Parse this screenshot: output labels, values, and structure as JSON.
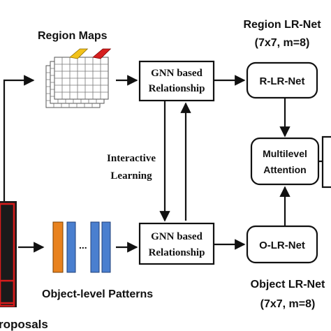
{
  "labels": {
    "region_maps": "Region Maps",
    "gnn_top_line1": "GNN based",
    "gnn_top_line2": "Relationship",
    "gnn_bottom_line1": "GNN based",
    "gnn_bottom_line2": "Relationship",
    "region_lrnet_line1": "Region LR-Net",
    "region_lrnet_line2": "(7x7, m=8)",
    "r_lr_net": "R-LR-Net",
    "multilevel_line1": "Multilevel",
    "multilevel_line2": "Attention",
    "o_lr_net": "O-LR-Net",
    "object_lrnet_line1": "Object LR-Net",
    "object_lrnet_line2": "(7x7, m=8)",
    "interactive_line1": "Interactive",
    "interactive_line2": "Learning",
    "object_patterns": "Object-level Patterns",
    "proposals_partial": "roposals",
    "ellipsis": "..."
  },
  "colors": {
    "orange_bar": "#e8821e",
    "blue_bar": "#4a7fcf",
    "red_frame": "#d81c1c",
    "dark_panel": "#1a1a1a",
    "yellow_cell": "#f2c21a",
    "red_cell": "#d61f1f"
  }
}
